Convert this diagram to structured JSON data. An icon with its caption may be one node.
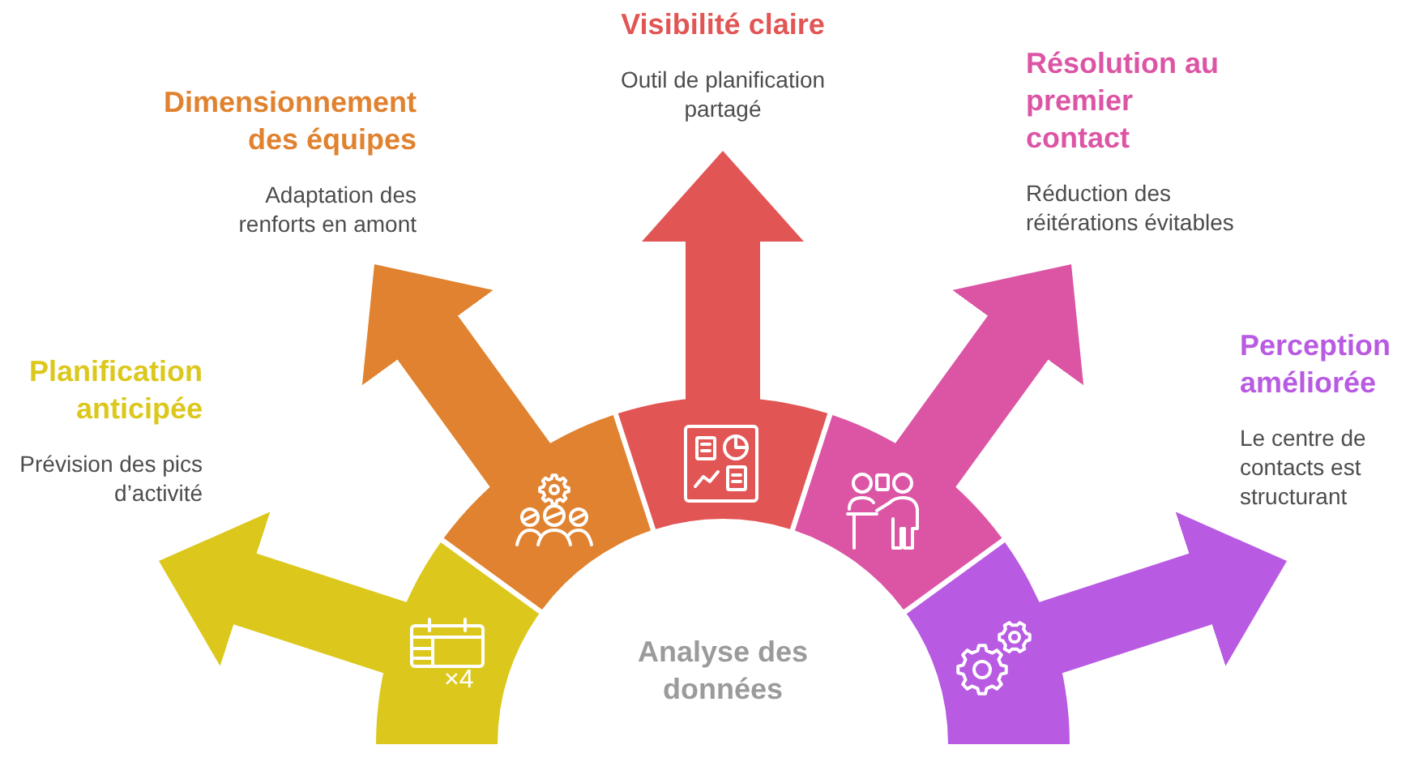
{
  "diagram": {
    "nodes": [
      {
        "text": [
          "Planification anticipée",
          "Prévision des pics d’activité"
        ]
      },
      {
        "text": [
          "Dimensionnement des équipes",
          "Adaptation des renforts en amont"
        ]
      },
      {
        "text": [
          "Visibilité claire",
          "Outil de planification partagé"
        ]
      },
      {
        "text": [
          "Résolution au premier contact",
          "Réduction des réitérations évitables"
        ]
      },
      {
        "text": [
          "Perception améliorée",
          "Le centre de contacts est structurant"
        ]
      },
      {
        "text": [],
        "shape": "arc"
      },
      {
        "text": [],
        "shape": "arc"
      },
      {
        "text": [],
        "shape": "arc"
      },
      {
        "text": [],
        "shape": "arc"
      },
      {
        "text": [],
        "shape": "arc"
      },
      {
        "text": [
          "Analyse des données"
        ]
      }
    ],
    "edges": [
      {
        "from": 5,
        "to": 0,
        "arrow": "to",
        "color": "#dcc81c"
      },
      {
        "from": 6,
        "to": 1,
        "arrow": "to",
        "color": "#e0822f"
      },
      {
        "from": 7,
        "to": 2,
        "arrow": "to",
        "color": "#e25555"
      },
      {
        "from": 8,
        "to": 3,
        "arrow": "to",
        "color": "#dc55a5"
      },
      {
        "from": 9,
        "to": 4,
        "arrow": "to",
        "color": "#b85be2"
      }
    ],
    "labels": [
      "×4"
    ]
  }
}
